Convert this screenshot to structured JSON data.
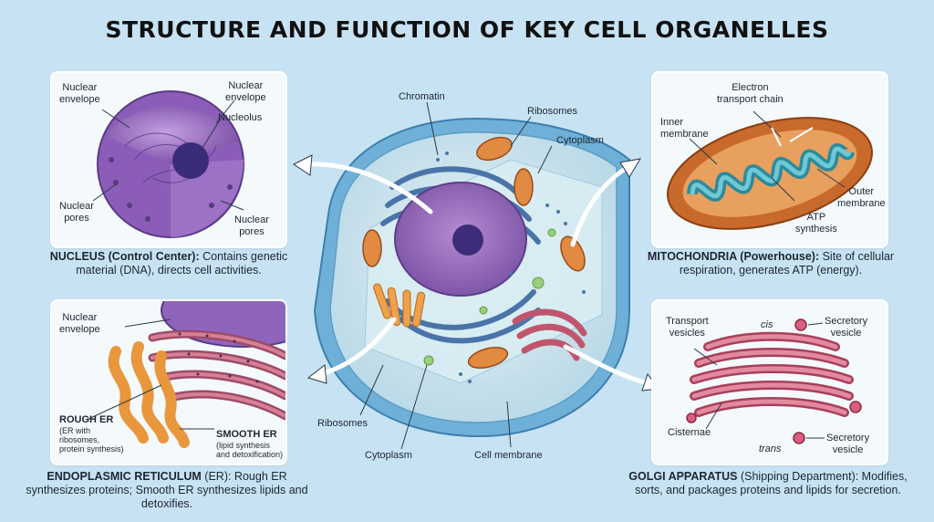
{
  "title": "STRUCTURE AND FUNCTION OF KEY CELL ORGANELLES",
  "nucleus": {
    "labels": {
      "envelope_left": "Nuclear\nenvelope",
      "envelope_right": "Nuclear\nenvelope",
      "nucleolus": "Nucleolus",
      "pores_left": "Nuclear\npores",
      "pores_right": "Nuclear\npores"
    },
    "caption_title": "NUCLEUS (Control Center):",
    "caption_text": " Contains genetic material (DNA), directs cell activities."
  },
  "mitochondria": {
    "labels": {
      "etc": "Electron\ntransport chain",
      "inner": "Inner\nmembrane",
      "outer": "Outer\nmembrane",
      "atp": "ATP\nsynthesis"
    },
    "caption_title": "MITOCHONDRIA (Powerhouse):",
    "caption_text": " Site of cellular respiration, generates ATP (energy)."
  },
  "er": {
    "labels": {
      "envelope": "Nuclear\nenvelope",
      "rough_title": "ROUGH ER",
      "rough_desc": "(ER with\nribosomes,\nprotein synthesis)",
      "smooth_title": "SMOOTH ER",
      "smooth_desc": "(lipid synthesis\nand detoxification)"
    },
    "caption_title": "ENDOPLASMIC RETICULUM",
    "caption_text": " (ER): Rough ER synthesizes proteins; Smooth ER synthesizes lipids and detoxifies."
  },
  "golgi": {
    "labels": {
      "transport": "Transport\nvesicles",
      "cis": "cis",
      "secretory_top": "Secretory\nvesicle",
      "cisternae": "Cisternae",
      "trans": "trans",
      "secretory_bottom": "Secretory\nvesicle"
    },
    "caption_title": "GOLGI APPARATUS",
    "caption_text": " (Shipping Department): Modifies, sorts, and packages proteins and lipids for secretion."
  },
  "cell": {
    "labels": {
      "chromatin": "Chromatin",
      "ribosomes_top": "Ribosomes",
      "cytoplasm_top": "Cytoplasm",
      "ribosomes_bottom": "Ribosomes",
      "cytoplasm_bottom": "Cytoplasm",
      "membrane": "Cell membrane"
    }
  }
}
